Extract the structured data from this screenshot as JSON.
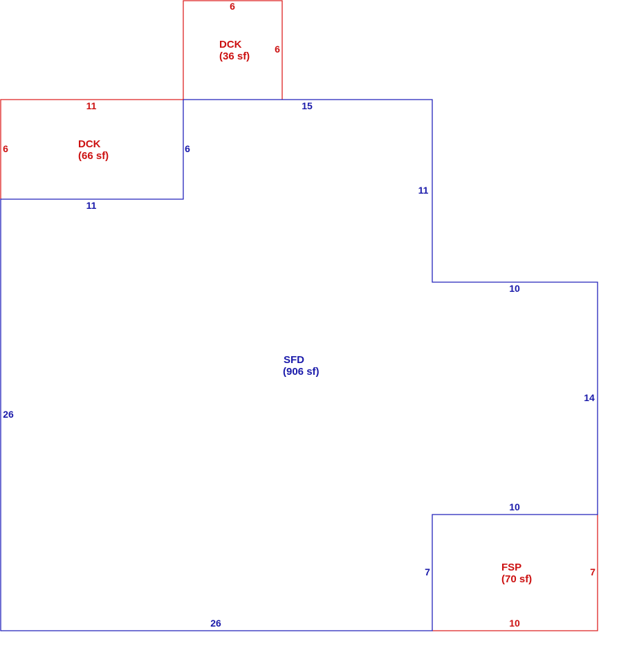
{
  "colors": {
    "house_line": "#2222bb",
    "house_text": "#1a1aaa",
    "addition_line": "#dd2222",
    "addition_text": "#cc1111"
  },
  "areas": {
    "dck_top": {
      "name": "DCK",
      "area": "(36 sf)"
    },
    "dck_left": {
      "name": "DCK",
      "area": "(66 sf)"
    },
    "sfd": {
      "name": "SFD",
      "area": "(906 sf)"
    },
    "fsp": {
      "name": "FSP",
      "area": "(70 sf)"
    }
  },
  "dimensions": {
    "dck_top_top": "6",
    "dck_top_right": "6",
    "dck_left_top": "11",
    "dck_left_left": "6",
    "dck_left_right": "6",
    "dck_left_bottom": "11",
    "sfd_top": "15",
    "sfd_upper_right": "11",
    "sfd_step": "10",
    "sfd_lower_right": "14",
    "fsp_top": "10",
    "fsp_left": "7",
    "fsp_right": "7",
    "fsp_bottom": "10",
    "sfd_left": "26",
    "sfd_bottom": "26"
  }
}
